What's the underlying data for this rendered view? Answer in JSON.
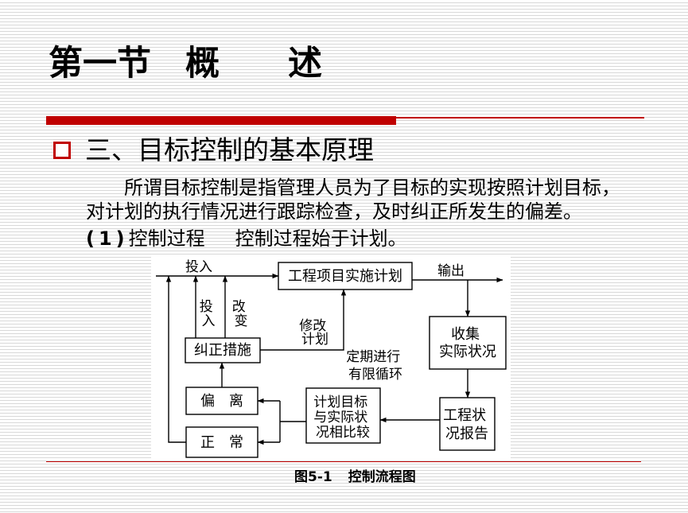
{
  "slide": {
    "title": "第一节　概　　述",
    "section_heading": "三、目标控制的基本原理",
    "paragraph_lines": [
      "所谓目标控制是指管理人员为了目标的实现按照计划目标，",
      "对计划的执行情况进行跟踪检查，及时纠正所发生的偏差。"
    ],
    "item": {
      "number": "(1)",
      "label": "控制过程",
      "text": "控制过程始于计划。"
    },
    "accent_color": "#c00000"
  },
  "diagram": {
    "nodes": {
      "plan": [
        "工程项目实施计划"
      ],
      "collect": [
        "收集",
        "实际状况"
      ],
      "report": [
        "工程状",
        "况报告"
      ],
      "compare": [
        "计划目标",
        "与实际状",
        "况相比较"
      ],
      "deviation": [
        "偏　离"
      ],
      "normal": [
        "正　常"
      ],
      "corrective": [
        "纠正措施"
      ]
    },
    "edge_labels": {
      "input": "投入",
      "output": "输出",
      "input_vertical": [
        "投",
        "入"
      ],
      "change_vertical": [
        "改",
        "变"
      ],
      "revise_plan": [
        "修改",
        "计划"
      ],
      "cycle_note": [
        "定期进行",
        "有限循环"
      ]
    },
    "caption": {
      "number": "图5-1",
      "title": "控制流程图"
    }
  }
}
